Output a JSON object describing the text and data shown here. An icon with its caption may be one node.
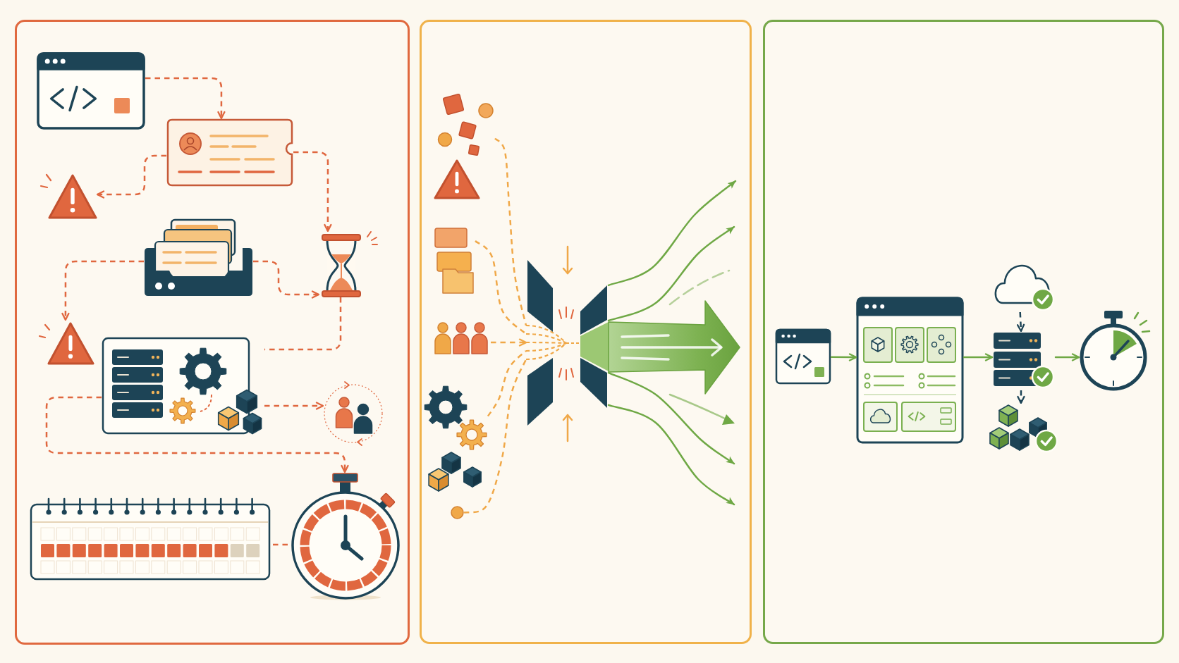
{
  "diagram": {
    "nodes": [
      {
        "text": [],
        "shape": "box"
      },
      {
        "text": [],
        "shape": "picture",
        "in": 0
      },
      {
        "text": [],
        "shape": "picture",
        "in": 0
      },
      {
        "text": [],
        "shape": "picture",
        "in": 0
      },
      {
        "text": [],
        "shape": "picture",
        "in": 0
      },
      {
        "text": [],
        "shape": "picture",
        "in": 0
      },
      {
        "text": [],
        "shape": "picture",
        "in": 0
      },
      {
        "text": [],
        "shape": "picture",
        "in": 0
      },
      {
        "text": [],
        "shape": "picture",
        "in": 0
      },
      {
        "text": [],
        "shape": "picture",
        "in": 0
      },
      {
        "text": [],
        "shape": "picture",
        "in": 0
      },
      {
        "text": [],
        "shape": "box"
      },
      {
        "text": [],
        "shape": "picture",
        "in": 11
      },
      {
        "text": [],
        "shape": "picture",
        "in": 11
      },
      {
        "text": [],
        "shape": "picture",
        "in": 11
      },
      {
        "text": [],
        "shape": "picture",
        "in": 11
      },
      {
        "text": [],
        "shape": "picture",
        "in": 11
      },
      {
        "text": [],
        "shape": "picture",
        "in": 11
      },
      {
        "text": [],
        "shape": "circle",
        "in": 11
      },
      {
        "text": [],
        "shape": "picture",
        "in": 11
      },
      {
        "text": [],
        "shape": "box"
      },
      {
        "text": [],
        "shape": "picture",
        "in": 20
      },
      {
        "text": [],
        "shape": "picture",
        "in": 20
      },
      {
        "text": [],
        "shape": "picture",
        "in": 20
      },
      {
        "text": [],
        "shape": "picture",
        "in": 20
      },
      {
        "text": [],
        "shape": "picture",
        "in": 20
      },
      {
        "text": [],
        "shape": "picture",
        "in": 20
      }
    ],
    "edges": [
      {
        "from": 1,
        "to": 2,
        "arrow": "to",
        "style": "dashed"
      },
      {
        "from": 2,
        "to": 3,
        "arrow": "to",
        "style": "dashed"
      },
      {
        "from": 2,
        "to": 5,
        "arrow": "to",
        "style": "dashed"
      },
      {
        "from": 4,
        "to": 6,
        "arrow": "to",
        "style": "dashed"
      },
      {
        "from": 4,
        "to": 5,
        "arrow": "to",
        "style": "dashed"
      },
      {
        "from": 5,
        "to": 7,
        "arrow": "none",
        "style": "dashed"
      },
      {
        "from": 7,
        "to": 8,
        "arrow": "to",
        "style": "dashed"
      },
      {
        "from": 7,
        "to": 10,
        "arrow": "to",
        "style": "dashed"
      },
      {
        "from": 9,
        "to": 10,
        "arrow": "none",
        "style": "dashed"
      },
      {
        "from": 12,
        "to": 19,
        "arrow": "none",
        "style": "dashed",
        "color": "#f0a848"
      },
      {
        "from": 14,
        "to": 19,
        "arrow": "none",
        "style": "dashed",
        "color": "#f0a848"
      },
      {
        "from": 15,
        "to": 19,
        "arrow": "to",
        "style": "dashed",
        "color": "#f0a848"
      },
      {
        "from": 16,
        "to": 19,
        "arrow": "none",
        "style": "dashed",
        "color": "#f0a848"
      },
      {
        "from": 18,
        "to": 19,
        "arrow": "none",
        "style": "dashed",
        "color": "#f0a848"
      },
      {
        "from": 19,
        "to": null,
        "arrow": "to",
        "color": "#6fa845"
      },
      {
        "from": 19,
        "to": null,
        "arrow": "to",
        "color": "#6fa845"
      },
      {
        "from": 19,
        "to": null,
        "arrow": "to",
        "color": "#6fa845"
      },
      {
        "from": 19,
        "to": null,
        "arrow": "to",
        "color": "#6fa845"
      },
      {
        "from": 21,
        "to": 22,
        "arrow": "to",
        "color": "#6fa845"
      },
      {
        "from": 22,
        "to": 24,
        "arrow": "to",
        "color": "#6fa845"
      },
      {
        "from": 24,
        "to": 26,
        "arrow": "to",
        "color": "#6fa845"
      },
      {
        "from": 23,
        "to": 24,
        "arrow": "to",
        "style": "dashed",
        "color": "#1d4456"
      },
      {
        "from": 24,
        "to": 25,
        "arrow": "to",
        "style": "dashed",
        "color": "#1d4456"
      }
    ]
  }
}
